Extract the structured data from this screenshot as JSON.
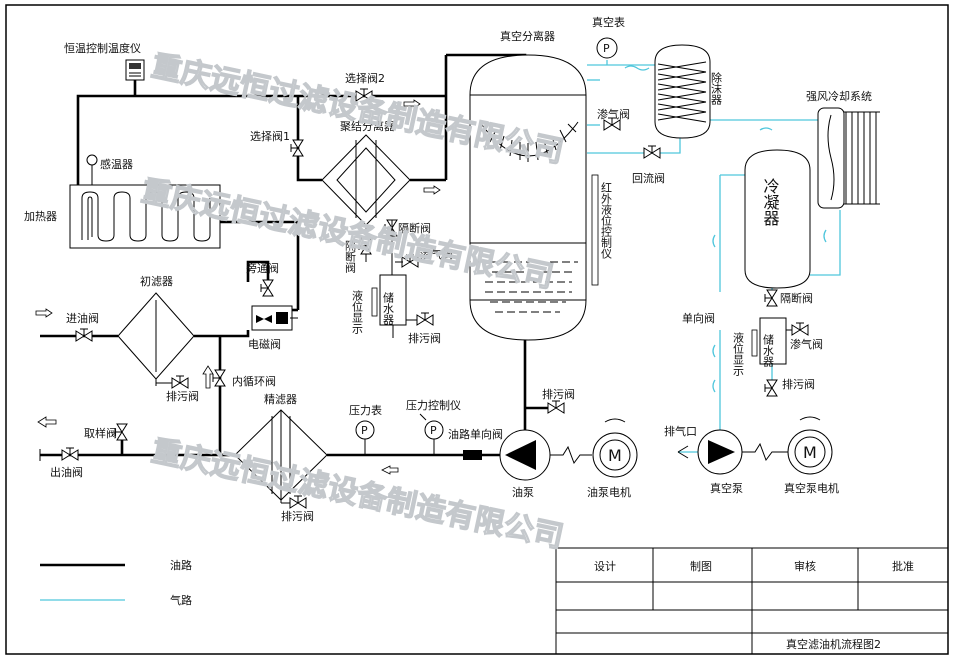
{
  "labels": {
    "thermo_controller": "恒温控制温度仪",
    "temp_sensor": "感温器",
    "heater": "加热器",
    "select_valve_2": "选择阀2",
    "select_valve_1": "选择阀1",
    "condensing_separator": "聚结分离器",
    "vacuum_separator": "真空分离器",
    "vacuum_gauge": "真空表",
    "defoamer": "除沫器",
    "fan_cooling": "强风冷却系统",
    "seep_valve_top": "渗气阀",
    "return_valve": "回流阀",
    "ir_level": "红外液位控制仪",
    "condenser": "冷凝器",
    "isolation_valve_left": "隔断阀",
    "isolation_valve_right": "隔断阀",
    "isolation_valve_cond": "隔断阀",
    "seep_valve_mid": "渗气阀",
    "seep_valve_cond": "渗气阀",
    "water_tank_left": "储水器",
    "water_tank_right": "储水器",
    "level_display_left": "液位显示",
    "level_display_right": "液位显示",
    "drain_valve_tank": "排污阀",
    "drain_valve_cond": "排污阀",
    "drain_valve_pre": "排污阀",
    "drain_valve_pump": "排污阀",
    "drain_valve_fine": "排污阀",
    "pre_filter": "初滤器",
    "bypass_valve": "旁通阀",
    "solenoid_valve": "电磁阀",
    "inlet_valve": "进油阀",
    "circulation_valve": "内循环阀",
    "check_valve": "单向阀",
    "fine_filter": "精滤器",
    "pressure_gauge": "压力表",
    "pressure_controller": "压力控制仪",
    "oil_check_valve": "油路单向阀",
    "exhaust": "排气口",
    "sampling_valve": "取样阀",
    "outlet_valve": "出油阀",
    "oil_pump": "油泵",
    "oil_pump_motor": "油泵电机",
    "vacuum_pump": "真空泵",
    "vacuum_pump_motor": "真空泵电机",
    "p_symbol": "P",
    "m_symbol": "M"
  },
  "legend": {
    "oil_line": "油路",
    "gas_line": "气路",
    "oil_color": "#000000",
    "gas_color": "#4fc6dc"
  },
  "title_block": {
    "design": "设计",
    "drawing": "制图",
    "review": "审核",
    "approve": "批准",
    "drawing_title": "真空滤油机流程图2"
  },
  "watermark": "重庆远恒过滤设备制造有限公司"
}
